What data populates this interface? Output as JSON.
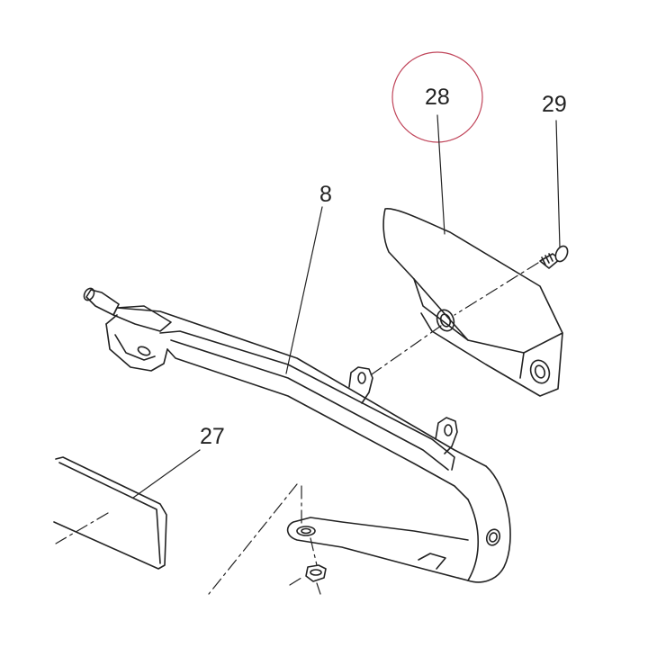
{
  "diagram": {
    "parts": [
      {
        "id": "8",
        "label": "8"
      },
      {
        "id": "27",
        "label": "27"
      },
      {
        "id": "28",
        "label": "28",
        "highlighted": true
      },
      {
        "id": "29",
        "label": "29"
      }
    ],
    "colors": {
      "line": "#222222",
      "highlight_circle": "#c0455a",
      "background": "#ffffff"
    }
  }
}
